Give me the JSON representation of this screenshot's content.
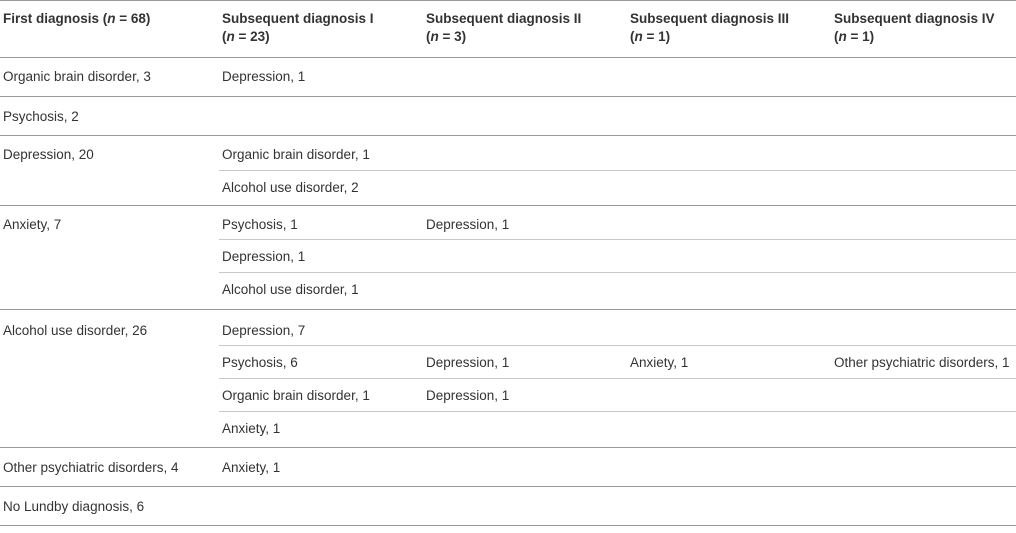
{
  "headers": {
    "col0": {
      "label": "First diagnosis (",
      "n_var": "n",
      "n_rest": " = 68)"
    },
    "col1": {
      "label": "Subsequent diagnosis I",
      "n_open": "(",
      "n_var": "n",
      "n_rest": " = 23)"
    },
    "col2": {
      "label": "Subsequent diagnosis II",
      "n_open": "(",
      "n_var": "n",
      "n_rest": " = 3)"
    },
    "col3": {
      "label": "Subsequent diagnosis III",
      "n_open": "(",
      "n_var": "n",
      "n_rest": " = 1)"
    },
    "col4": {
      "label": "Subsequent diagnosis IV",
      "n_open": "(",
      "n_var": "n",
      "n_rest": " = 1)"
    }
  },
  "rows": [
    {
      "first": "Organic brain disorder, 3",
      "s1": "Depression, 1",
      "s2": "",
      "s3": "",
      "s4": ""
    },
    {
      "first": "Psychosis, 2",
      "s1": "",
      "s2": "",
      "s3": "",
      "s4": ""
    },
    {
      "first": "Depression, 20",
      "s1": "Organic brain disorder, 1",
      "s2": "",
      "s3": "",
      "s4": ""
    },
    {
      "first": "",
      "s1": "Alcohol use disorder, 2",
      "s2": "",
      "s3": "",
      "s4": ""
    },
    {
      "first": "Anxiety, 7",
      "s1": "Psychosis, 1",
      "s2": "Depression, 1",
      "s3": "",
      "s4": ""
    },
    {
      "first": "",
      "s1": "Depression, 1",
      "s2": "",
      "s3": "",
      "s4": ""
    },
    {
      "first": "",
      "s1": "Alcohol use disorder, 1",
      "s2": "",
      "s3": "",
      "s4": ""
    },
    {
      "first": "Alcohol use disorder, 26",
      "s1": "Depression, 7",
      "s2": "",
      "s3": "",
      "s4": ""
    },
    {
      "first": "",
      "s1": "Psychosis, 6",
      "s2": "Depression, 1",
      "s3": "Anxiety, 1",
      "s4": "Other psychiatric disorders, 1"
    },
    {
      "first": "",
      "s1": "Organic brain disorder, 1",
      "s2": "Depression, 1",
      "s3": "",
      "s4": ""
    },
    {
      "first": "",
      "s1": "Anxiety, 1",
      "s2": "",
      "s3": "",
      "s4": ""
    },
    {
      "first": "Other psychiatric disorders, 4",
      "s1": "Anxiety, 1",
      "s2": "",
      "s3": "",
      "s4": ""
    },
    {
      "first": "No Lundby diagnosis, 6",
      "s1": "",
      "s2": "",
      "s3": "",
      "s4": ""
    }
  ]
}
